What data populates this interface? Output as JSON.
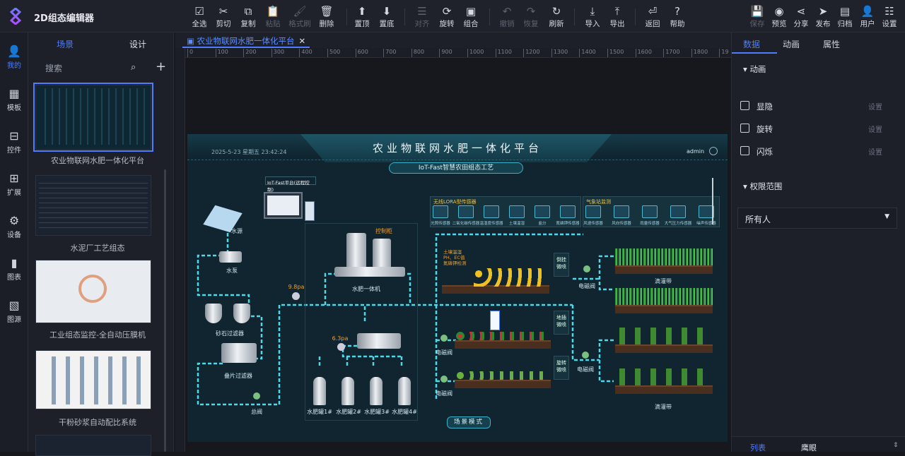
{
  "app": {
    "title": "2D组态编辑器",
    "accent": "#4f7dff"
  },
  "toolbar": [
    {
      "label": "全选",
      "icon": "select-all-icon",
      "glyph": "☑",
      "enabled": true
    },
    {
      "label": "剪切",
      "icon": "scissors-icon",
      "glyph": "✂",
      "enabled": true
    },
    {
      "label": "复制",
      "icon": "copy-icon",
      "glyph": "⧉",
      "enabled": true
    },
    {
      "label": "粘贴",
      "icon": "paste-icon",
      "glyph": "📋",
      "enabled": false
    },
    {
      "label": "格式刷",
      "icon": "format-brush-icon",
      "glyph": "🖌",
      "enabled": false
    },
    {
      "label": "删除",
      "icon": "trash-icon",
      "glyph": "🗑",
      "enabled": true
    },
    {
      "label": "置顶",
      "icon": "bring-to-front-icon",
      "glyph": "⬆",
      "enabled": true
    },
    {
      "label": "置底",
      "icon": "send-to-back-icon",
      "glyph": "⬇",
      "enabled": true
    },
    {
      "label": "对齐",
      "icon": "align-icon",
      "glyph": "☰",
      "enabled": false
    },
    {
      "label": "旋转",
      "icon": "rotate-icon",
      "glyph": "⟳",
      "enabled": true
    },
    {
      "label": "组合",
      "icon": "group-icon",
      "glyph": "▣",
      "enabled": true
    },
    {
      "label": "撤销",
      "icon": "undo-icon",
      "glyph": "↶",
      "enabled": false
    },
    {
      "label": "恢复",
      "icon": "redo-icon",
      "glyph": "↷",
      "enabled": false
    },
    {
      "label": "刷新",
      "icon": "refresh-icon",
      "glyph": "↻",
      "enabled": true
    },
    {
      "label": "导入",
      "icon": "import-icon",
      "glyph": "⤓",
      "enabled": true
    },
    {
      "label": "导出",
      "icon": "export-icon",
      "glyph": "⤒",
      "enabled": true
    },
    {
      "label": "返回",
      "icon": "return-icon",
      "glyph": "⏎",
      "enabled": true
    },
    {
      "label": "帮助",
      "icon": "help-icon",
      "glyph": "?",
      "enabled": true
    }
  ],
  "toolbar_right": [
    {
      "label": "保存",
      "icon": "save-icon",
      "glyph": "💾",
      "enabled": false
    },
    {
      "label": "预览",
      "icon": "preview-eye-icon",
      "glyph": "◉",
      "enabled": true
    },
    {
      "label": "分享",
      "icon": "share-icon",
      "glyph": "⋖",
      "enabled": true
    },
    {
      "label": "发布",
      "icon": "publish-send-icon",
      "glyph": "➤",
      "enabled": true
    },
    {
      "label": "归档",
      "icon": "archive-icon",
      "glyph": "▤",
      "enabled": true
    },
    {
      "label": "用户",
      "icon": "user-icon",
      "glyph": "👤",
      "enabled": true
    },
    {
      "label": "设置",
      "icon": "settings-sliders-icon",
      "glyph": "☷",
      "enabled": true
    }
  ],
  "rail": [
    {
      "label": "我的",
      "icon": "user-icon",
      "glyph": "👤",
      "active": true
    },
    {
      "label": "模板",
      "icon": "template-icon",
      "glyph": "▦"
    },
    {
      "label": "控件",
      "icon": "widget-icon",
      "glyph": "⊟"
    },
    {
      "label": "扩展",
      "icon": "extension-icon",
      "glyph": "⊞"
    },
    {
      "label": "设备",
      "icon": "device-icon",
      "glyph": "⚙"
    },
    {
      "label": "图表",
      "icon": "chart-icon",
      "glyph": "▮"
    },
    {
      "label": "图源",
      "icon": "image-source-icon",
      "glyph": "▧"
    }
  ],
  "left_panel": {
    "tabs": [
      "场景",
      "设计"
    ],
    "active_tab": "场景",
    "search_placeholder": "搜索",
    "scenes": [
      "农业物联网水肥一体化平台",
      "水泥厂工艺组态",
      "工业组态监控-全自动压膜机",
      "干粉砂浆自动配比系统"
    ]
  },
  "editor": {
    "tab_title": "农业物联网水肥一体化平台",
    "ruler_top": [
      "0",
      "100",
      "200",
      "300",
      "400",
      "500",
      "600",
      "700",
      "800",
      "900",
      "1000",
      "1100",
      "1200",
      "1300",
      "1400",
      "1500",
      "1600",
      "1700",
      "1800",
      "19"
    ]
  },
  "scene": {
    "title": "农业物联网水肥一体化平台",
    "datetime": "2025-5-23 星期五 23:42:24",
    "user": "admin",
    "subtitle": "IoT-Fast智慧农田组态工艺",
    "platform_label": "IoT-Fast平台(远程控制)",
    "lora_box": {
      "title": "无线LORA型传感器",
      "items": [
        "光照传感器",
        "二氧化碳传感器",
        "温湿度传感器",
        "土壤温湿",
        "盐分",
        "氮磷钾传感器"
      ]
    },
    "weather_box": {
      "title": "气象站监测",
      "items": [
        "风速传感器",
        "风向传感器",
        "雨量传感器",
        "大气压力传感器",
        "噪声传感器"
      ]
    },
    "labels": {
      "water_source": "水源",
      "pump": "水泵",
      "sand_filter": "砂石过滤器",
      "disc_filter": "叠片过滤器",
      "main_valve": "总阀",
      "control_cabinet": "控制柜",
      "fertigation_machine": "水肥一体机",
      "pressure1": "9.8pa",
      "pressure2": "6.3pa",
      "tanks": [
        "水肥罐1#",
        "水肥罐2#",
        "水肥罐3#",
        "水肥罐4#"
      ],
      "soil_sensor": [
        "土壤温湿",
        "PH、EC值",
        "氮磷钾检测"
      ],
      "hanging_spray": "倒挂微喷",
      "ground_spray": "地插微喷",
      "rotary_spray": "旋转微喷",
      "valve": "电磁阀",
      "drip_tape": "滴灌带",
      "scene_mode": "场景模式"
    },
    "pipe_color": "#4fd8e8"
  },
  "right_panel": {
    "tabs": [
      "数据",
      "动画",
      "属性"
    ],
    "active_tab": "数据",
    "animation_section": "动画",
    "animations": [
      {
        "label": "显隐",
        "checked": false,
        "action": "设置"
      },
      {
        "label": "旋转",
        "checked": false,
        "action": "设置"
      },
      {
        "label": "闪烁",
        "checked": false,
        "action": "设置"
      }
    ],
    "permission_section": "权限范围",
    "permission_value": "所有人",
    "bottom_tabs": [
      "列表",
      "鹰眼"
    ]
  }
}
